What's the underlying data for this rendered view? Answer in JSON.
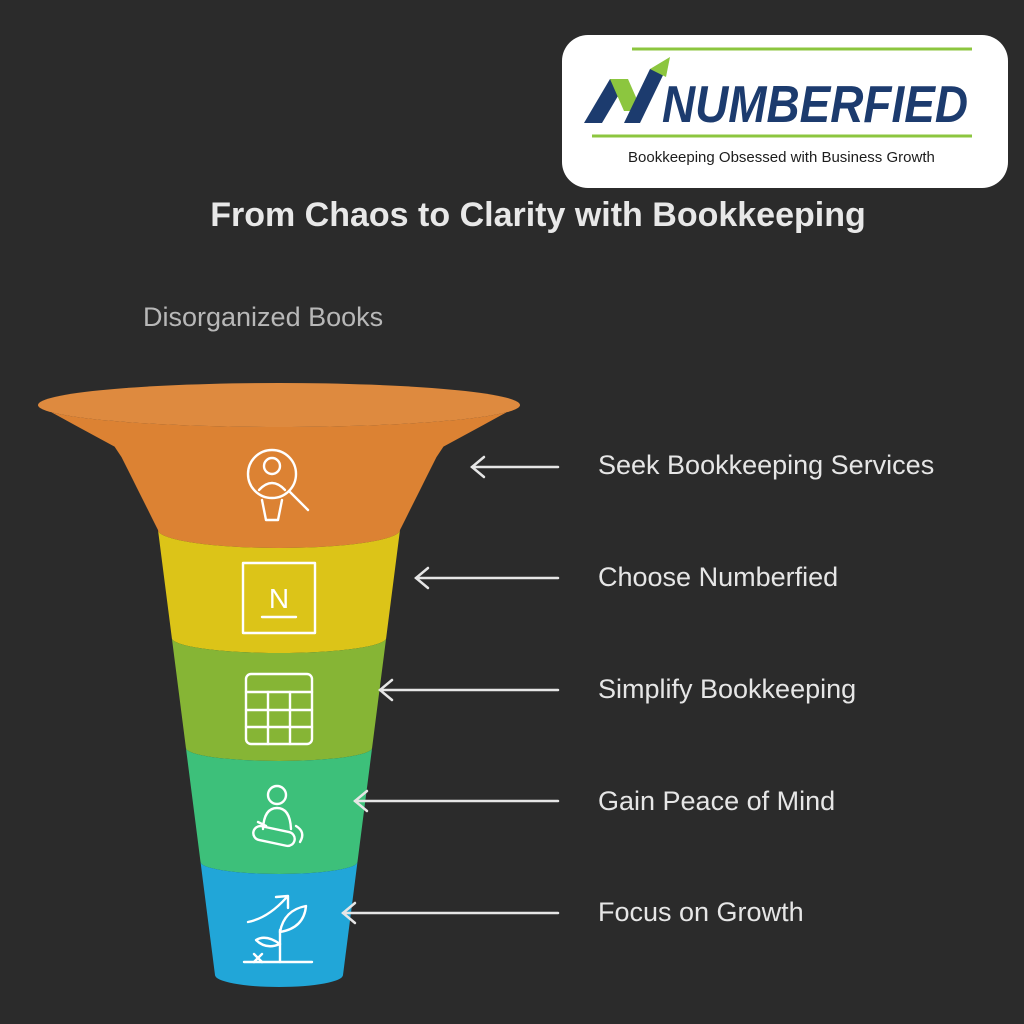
{
  "brand": {
    "name": "NUMBERFIED",
    "tagline": "Bookkeeping Obsessed with Business Growth",
    "colors": {
      "navy": "#1c3b6e",
      "green": "#8cc63f"
    }
  },
  "title": "From Chaos to Clarity with Bookkeeping",
  "top_label": "Disorganized Books",
  "stages": [
    {
      "label": "Seek Bookkeeping Services",
      "color": "#dc8233",
      "icon": "person-search-icon"
    },
    {
      "label": "Choose Numberfied",
      "color": "#dcc418",
      "icon": "n-document-icon"
    },
    {
      "label": "Simplify Bookkeeping",
      "color": "#86b535",
      "icon": "spreadsheet-icon"
    },
    {
      "label": "Gain Peace of Mind",
      "color": "#3dc07a",
      "icon": "meditation-icon"
    },
    {
      "label": "Focus on Growth",
      "color": "#21a6d8",
      "icon": "growth-plant-icon"
    }
  ],
  "icon_letter": "N",
  "colors": {
    "background": "#2b2b2b",
    "arrow": "#e6e6e6",
    "icon_stroke": "#ffffff"
  }
}
